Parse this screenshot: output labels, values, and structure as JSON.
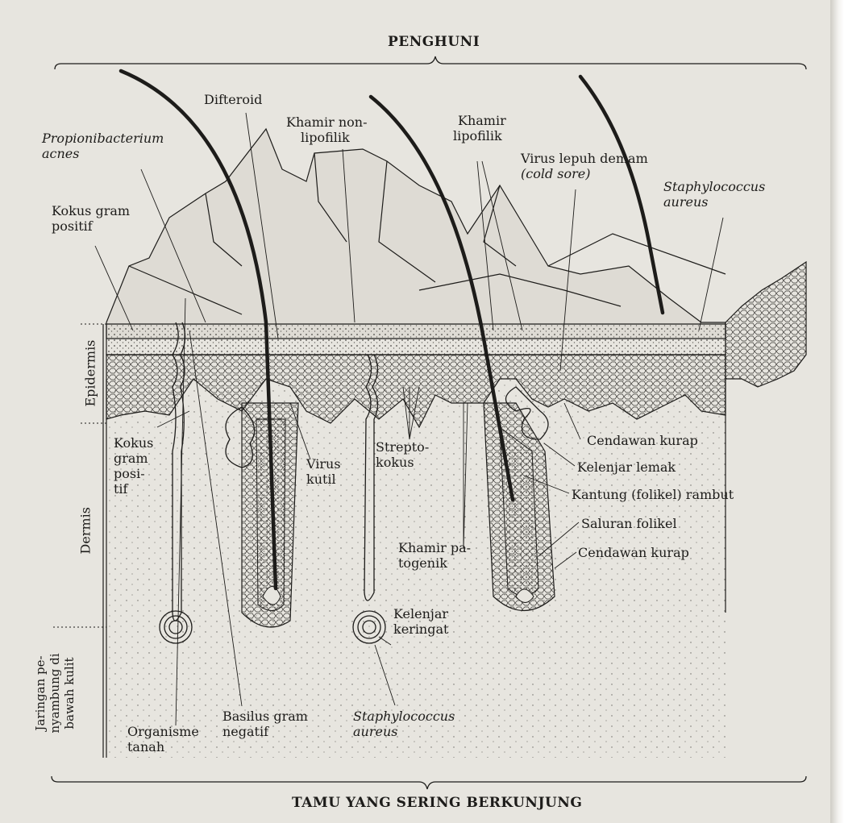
{
  "header_top": "PENGHUNI",
  "header_bottom": "TAMU YANG SERING BERKUNJUNG",
  "layers": {
    "epidermis": "Epidermis",
    "dermis": "Dermis",
    "subcutis": [
      "Jaringan pe-",
      "nyambung di",
      "bawah kulit"
    ]
  },
  "labels": {
    "difteroid": "Difteroid",
    "propioni": [
      "Propionibacterium",
      "acnes"
    ],
    "khamir_nonlipo": [
      "Khamir non-",
      "lipofilik"
    ],
    "khamir_lipo": [
      "Khamir",
      "lipofilik"
    ],
    "virus_lepuh": [
      "Virus lepuh demam",
      "(cold sore)"
    ],
    "staph_top": [
      "Staphylococcus",
      "aureus"
    ],
    "kokus_top": [
      "Kokus gram",
      "positif"
    ],
    "kokus_side": [
      "Kokus",
      "gram",
      "posi-",
      "tif"
    ],
    "virus_kutil": [
      "Virus",
      "kutil"
    ],
    "strepto": [
      "Strepto-",
      "kokus"
    ],
    "cendawan1": "Cendawan kurap",
    "kelenjar_lemak": "Kelenjar lemak",
    "kantung": "Kantung (folikel) rambut",
    "saluran": "Saluran folikel",
    "cendawan2": "Cendawan kurap",
    "khamir_pato": [
      "Khamir pa-",
      "togenik"
    ],
    "kelenjar_keringat": [
      "Kelenjar",
      "keringat"
    ],
    "organisme": [
      "Organisme",
      "tanah"
    ],
    "basilus": [
      "Basilus gram",
      "negatif"
    ],
    "staph_bottom": [
      "Staphylococcus",
      "aureus"
    ]
  },
  "colors": {
    "background": "#e7e5df",
    "ink": "#1d1c1a",
    "skin_fill": "#d9d6cf"
  }
}
